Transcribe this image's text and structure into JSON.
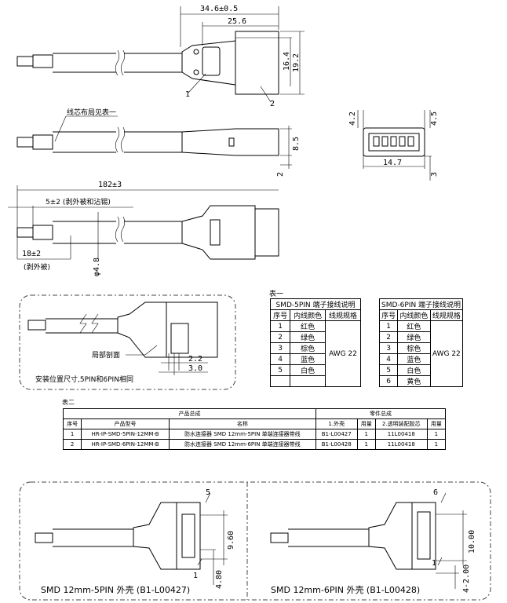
{
  "top_view": {
    "dim_total": "34.6±0.5",
    "dim_body": "25.6",
    "dim_h1": "16.4",
    "dim_h2": "19.2",
    "callout_1": "1",
    "callout_2": "2"
  },
  "side_view": {
    "note": "线芯布局见表一",
    "dim_h": "8.5",
    "dim_offset": "2"
  },
  "end_view": {
    "dim_left": "4.2",
    "dim_right": "4.5",
    "dim_width": "14.7",
    "dim_bottom": "3"
  },
  "length_view": {
    "dim_length": "182±3",
    "dim_strip": "5±2 (剥外被和沾锡)",
    "dim_jacket": "18±2",
    "dim_jacket_note": "(剥外被)",
    "dim_diameter": "φ4.8"
  },
  "inset": {
    "section_label": "局部剖面",
    "dim_a": "2.2",
    "dim_b": "3.0",
    "note": "安装位置尺寸,5PIN和6PIN相同"
  },
  "table1": {
    "label": "表一",
    "left": {
      "title": "SMD-5PIN 端子接线说明",
      "headers": [
        "序号",
        "内线颜色",
        "线规规格"
      ],
      "rows": [
        [
          "1",
          "红色"
        ],
        [
          "2",
          "绿色"
        ],
        [
          "3",
          "棕色"
        ],
        [
          "4",
          "蓝色"
        ],
        [
          "5",
          "白色"
        ],
        [
          "",
          ""
        ]
      ],
      "gauge": "AWG 22"
    },
    "right": {
      "title": "SMD-6PIN 端子接线说明",
      "headers": [
        "序号",
        "内线颜色",
        "线规规格"
      ],
      "rows": [
        [
          "1",
          "红色"
        ],
        [
          "2",
          "绿色"
        ],
        [
          "3",
          "棕色"
        ],
        [
          "4",
          "蓝色"
        ],
        [
          "5",
          "白色"
        ],
        [
          "6",
          "黄色"
        ]
      ],
      "gauge": "AWG 22"
    }
  },
  "table2": {
    "label": "表二",
    "group_product": "产品总成",
    "group_parts": "零件总成",
    "headers": [
      "序号",
      "产品型号",
      "名称",
      "1.外壳",
      "用量",
      "2.透明装配胶芯",
      "用量"
    ],
    "rows": [
      [
        "1",
        "HR-IP-SMD-5PIN-12MM-B",
        "防水连接器 SMD 12mm-5PIN 单端连接器带线",
        "B1-L00427",
        "1",
        "11L00418",
        "1"
      ],
      [
        "2",
        "HR-IP-SMD-6PIN-12MM-B",
        "防水连接器 SMD 12mm-6PIN 单端连接器带线",
        "B1-L00428",
        "1",
        "11L00418",
        "1"
      ]
    ]
  },
  "bottom_left": {
    "callout_top": "5",
    "callout_bottom": "1",
    "dim_a": "9.60",
    "dim_b": "4.80",
    "caption": "SMD 12mm-5PIN 外壳 (B1-L00427)"
  },
  "bottom_right": {
    "callout_top": "6",
    "callout_bottom": "1",
    "dim_a": "10.00",
    "dim_b": "4-2.00",
    "caption": "SMD 12mm-6PIN 外壳 (B1-L00428)"
  }
}
